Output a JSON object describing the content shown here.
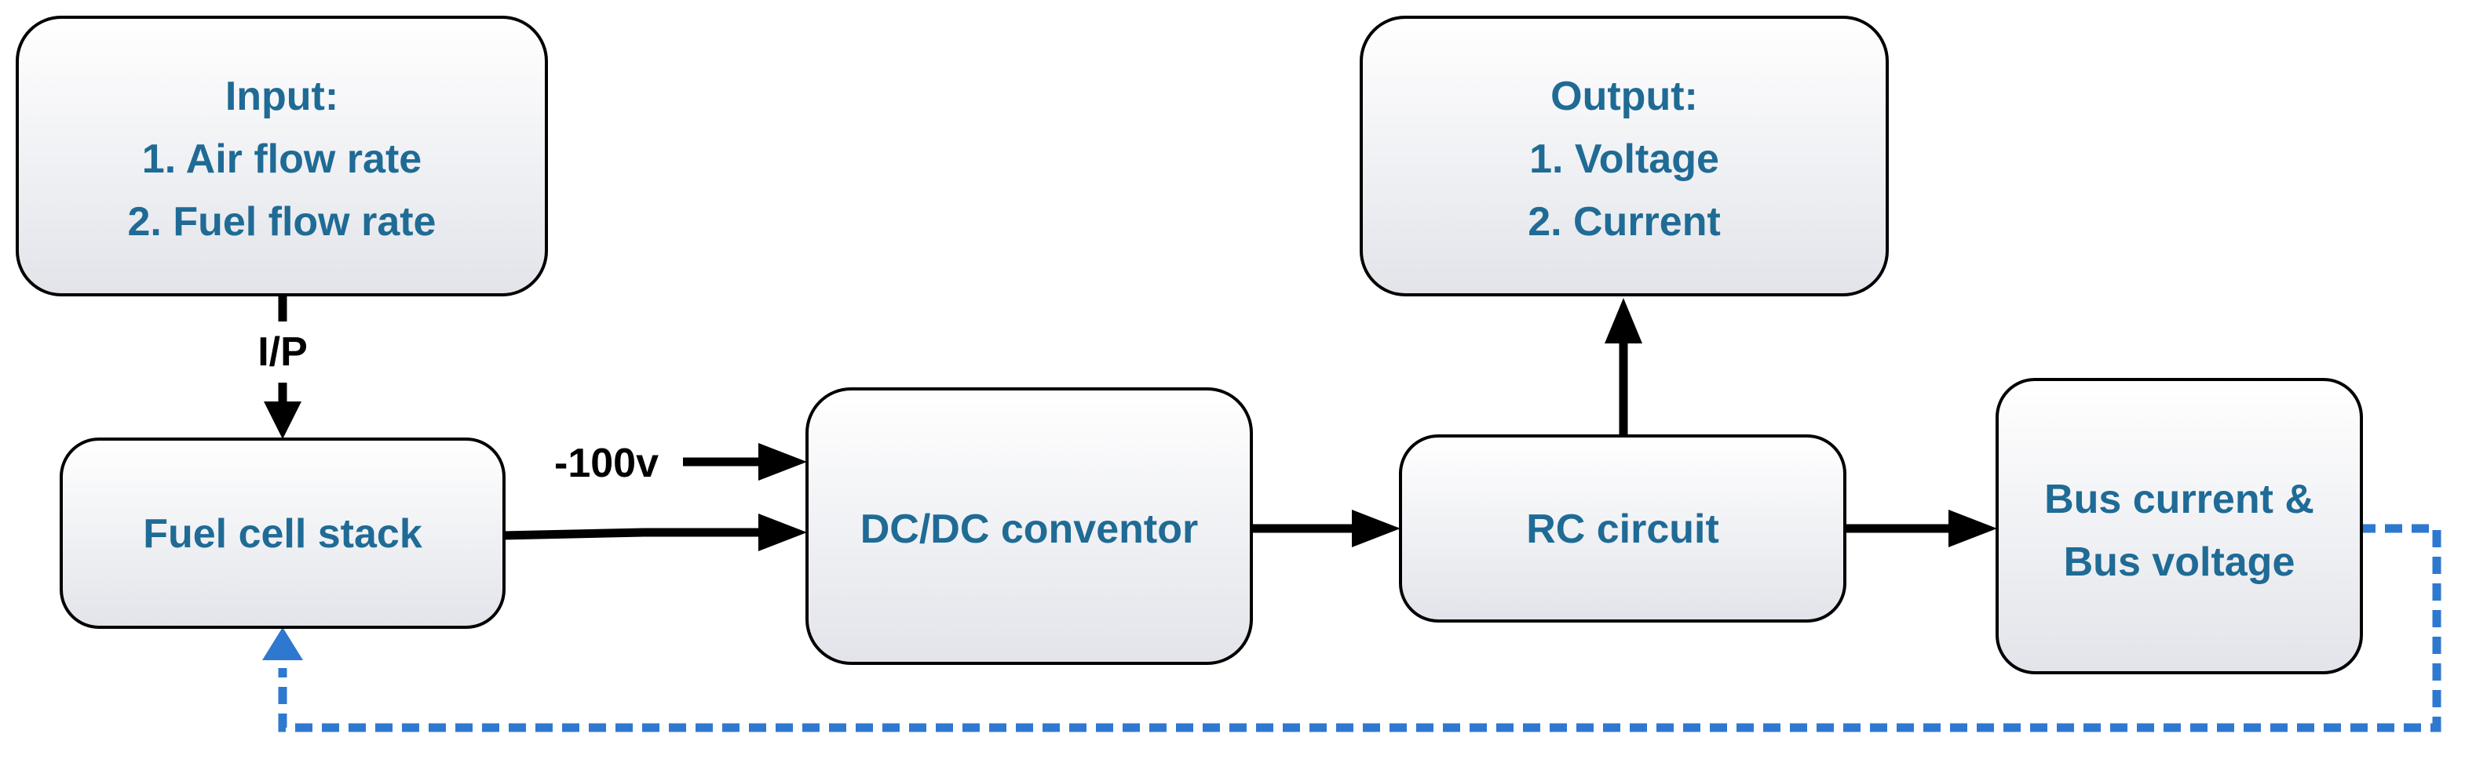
{
  "colors": {
    "box_text": "#1f6b95",
    "feedback": "#2f78d0",
    "line": "#000000",
    "box_fill_top": "#ffffff",
    "box_fill_bottom": "#e2e4ea"
  },
  "blocks": {
    "input": {
      "lines": [
        "Input:",
        "1. Air flow rate",
        "2. Fuel flow rate"
      ]
    },
    "fuel_cell": {
      "lines": [
        "Fuel cell stack"
      ]
    },
    "dcdc": {
      "lines": [
        "DC/DC conventor"
      ]
    },
    "output": {
      "lines": [
        "Output:",
        "1. Voltage",
        "2. Current"
      ]
    },
    "rc": {
      "lines": [
        "RC circuit"
      ]
    },
    "bus": {
      "lines": [
        "Bus current &",
        "Bus voltage"
      ]
    }
  },
  "labels": {
    "ip": "I/P",
    "voltage_ref": "-100v"
  }
}
